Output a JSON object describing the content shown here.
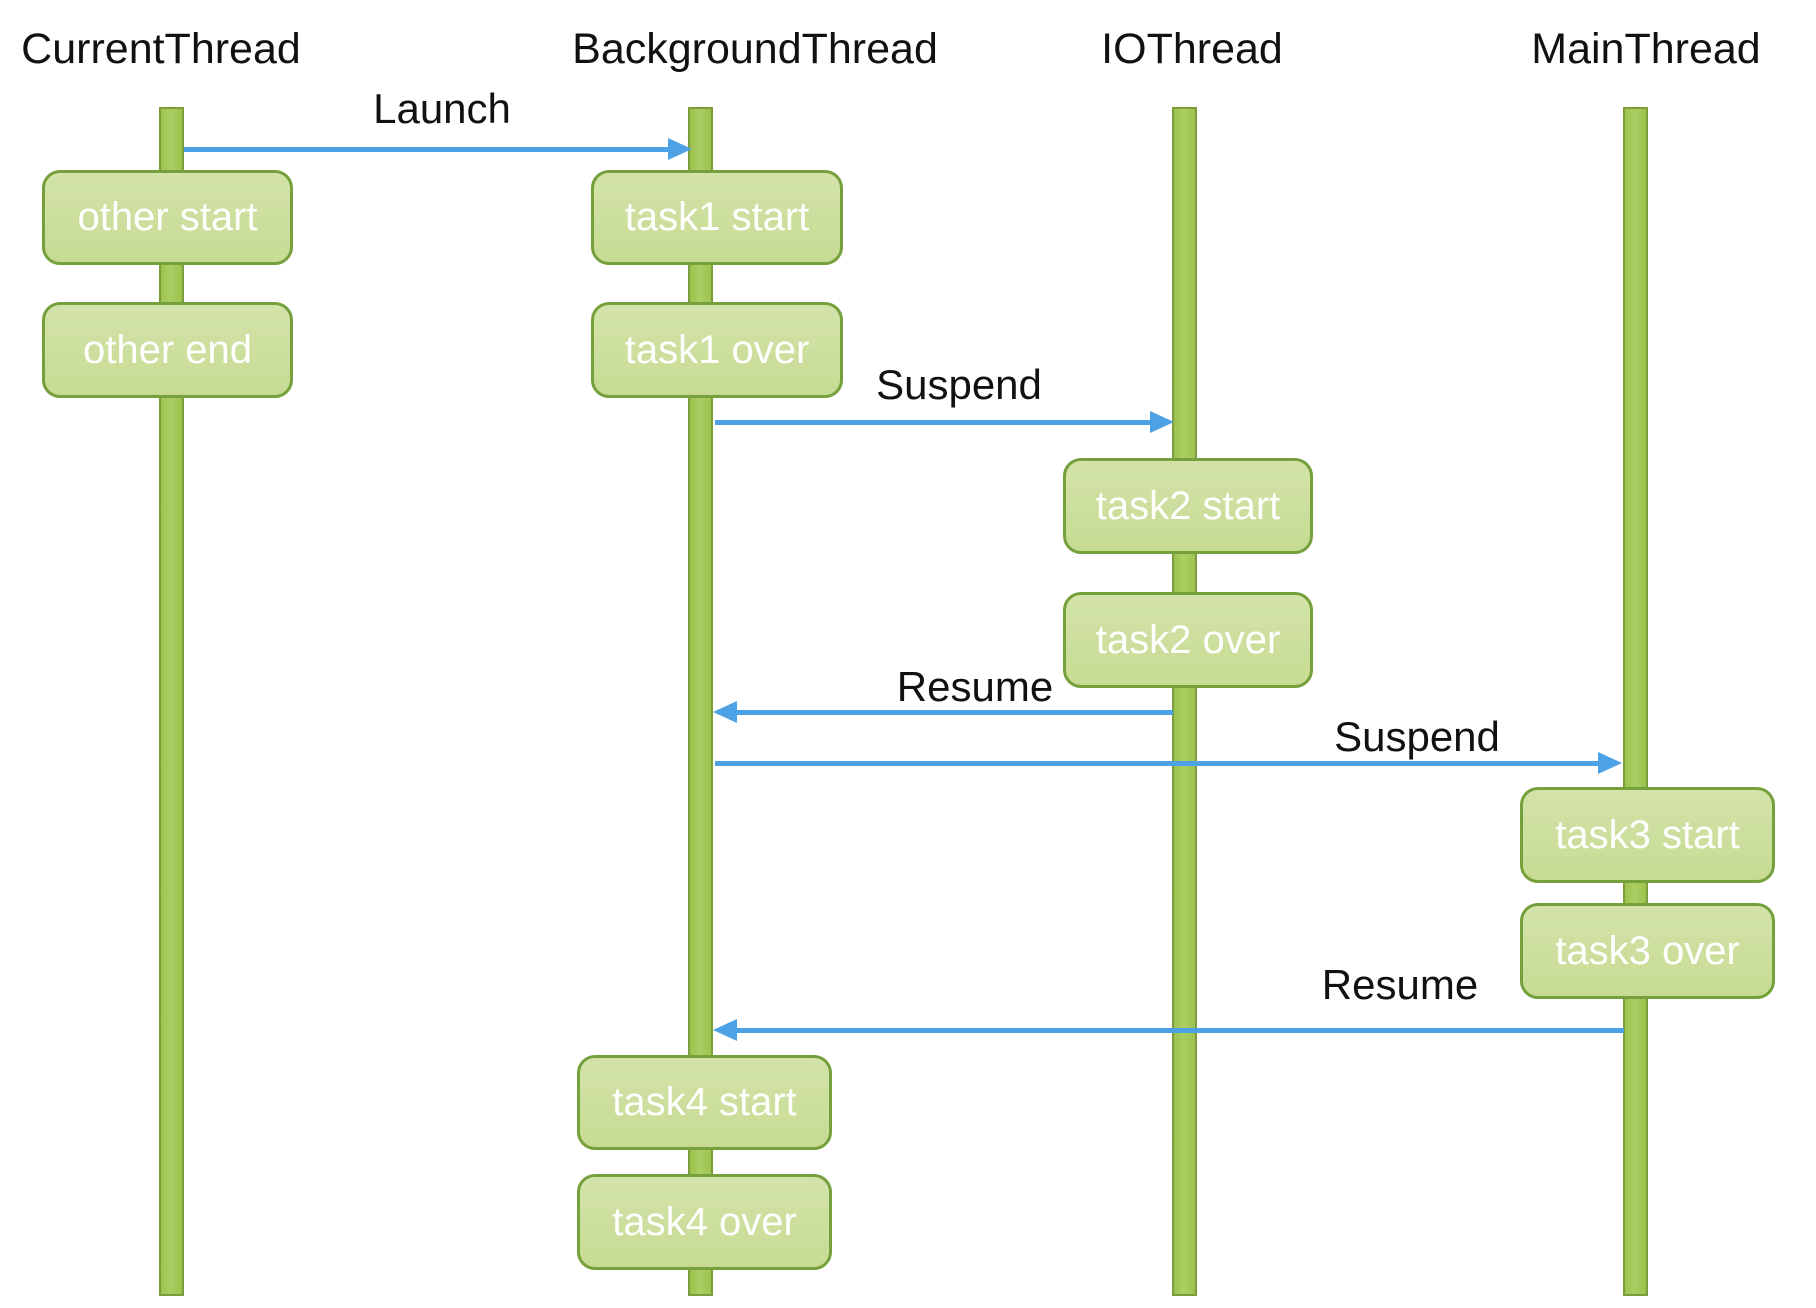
{
  "threads": [
    {
      "name": "CurrentThread"
    },
    {
      "name": "BackgroundThread"
    },
    {
      "name": "IOThread"
    },
    {
      "name": "MainThread"
    }
  ],
  "activities": [
    {
      "thread": "CurrentThread",
      "label": "other start"
    },
    {
      "thread": "CurrentThread",
      "label": "other end"
    },
    {
      "thread": "BackgroundThread",
      "label": "task1 start"
    },
    {
      "thread": "BackgroundThread",
      "label": "task1 over"
    },
    {
      "thread": "IOThread",
      "label": "task2 start"
    },
    {
      "thread": "IOThread",
      "label": "task2 over"
    },
    {
      "thread": "MainThread",
      "label": "task3 start"
    },
    {
      "thread": "MainThread",
      "label": "task3 over"
    },
    {
      "thread": "BackgroundThread",
      "label": "task4 start"
    },
    {
      "thread": "BackgroundThread",
      "label": "task4 over"
    }
  ],
  "messages": [
    {
      "label": "Launch",
      "from": "CurrentThread",
      "to": "BackgroundThread",
      "direction": "right"
    },
    {
      "label": "Suspend",
      "from": "BackgroundThread",
      "to": "IOThread",
      "direction": "right"
    },
    {
      "label": "Resume",
      "from": "IOThread",
      "to": "BackgroundThread",
      "direction": "left"
    },
    {
      "label": "Suspend",
      "from": "BackgroundThread",
      "to": "MainThread",
      "direction": "right"
    },
    {
      "label": "Resume",
      "from": "MainThread",
      "to": "BackgroundThread",
      "direction": "left"
    }
  ],
  "colors": {
    "lifeline_fill": "#a4c957",
    "lifeline_border": "#7c9d3e",
    "box_fill": "#cde0a0",
    "box_border": "#76a03c",
    "box_text": "#ffffff",
    "arrow_blue": "#4da2e6",
    "label_text": "#111111",
    "background": "#ffffff"
  }
}
